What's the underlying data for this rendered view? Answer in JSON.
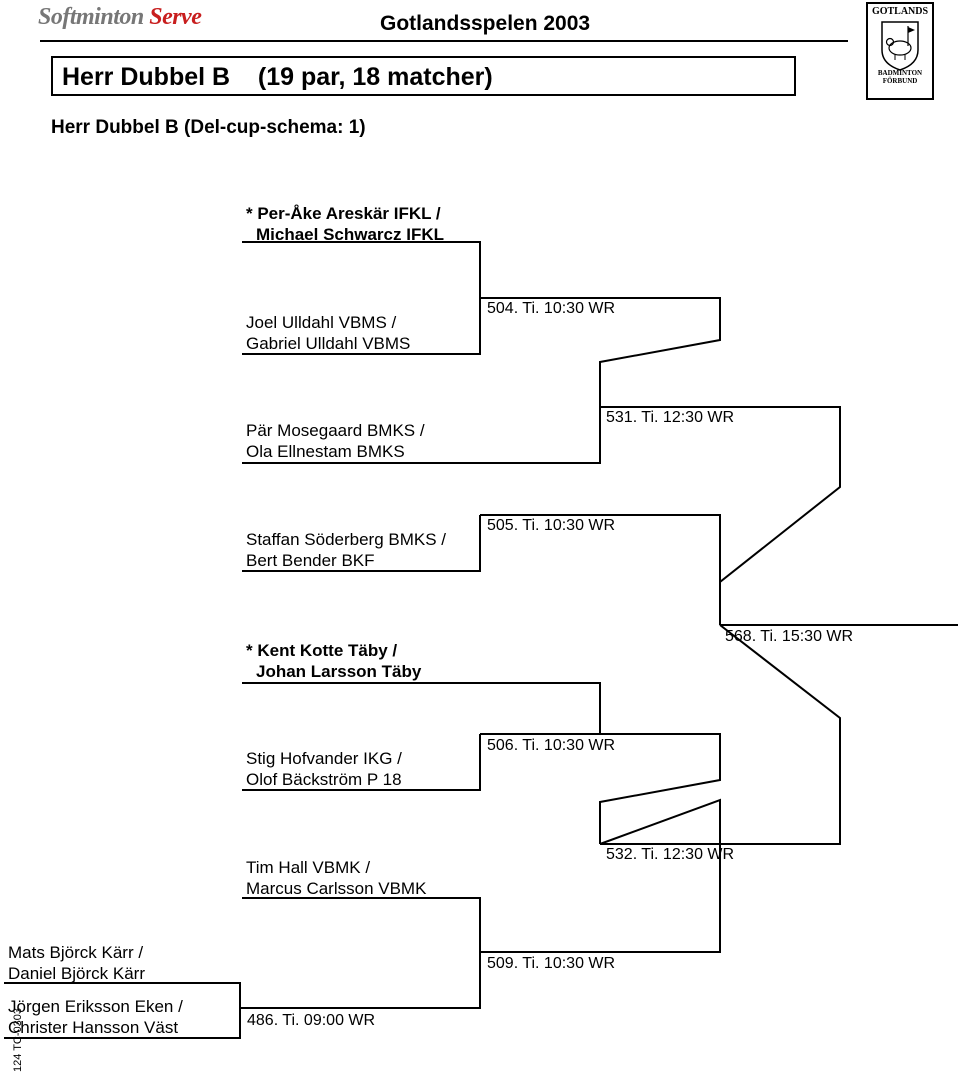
{
  "header": {
    "logo_left_soft": "Softminton",
    "logo_left_serve": "Serve",
    "event": "Gotlandsspelen 2003",
    "crest_top": "GOTLANDS",
    "crest_bottom_1": "BADMINTON",
    "crest_bottom_2": "FÖRBUND"
  },
  "title": {
    "class_name": "Herr Dubbel B",
    "summary": "(19 par,  18 matcher)"
  },
  "subtitle": "Herr Dubbel B   (Del-cup-schema: 1)",
  "pairs": [
    {
      "line1": "* Per-Åke Areskär IFKL /",
      "line2": "Michael Schwarcz IFKL",
      "seeded": true
    },
    {
      "line1": "Joel Ulldahl VBMS /",
      "line2": "Gabriel Ulldahl VBMS",
      "seeded": false
    },
    {
      "line1": "Pär Mosegaard BMKS /",
      "line2": "Ola Ellnestam BMKS",
      "seeded": false
    },
    {
      "line1": "Staffan Söderberg BMKS /",
      "line2": "Bert Bender BKF",
      "seeded": false
    },
    {
      "line1": "* Kent Kotte Täby /",
      "line2": "Johan Larsson Täby",
      "seeded": true
    },
    {
      "line1": "Stig Hofvander IKG /",
      "line2": "Olof Bäckström P 18",
      "seeded": false
    },
    {
      "line1": "Tim Hall VBMK /",
      "line2": "Marcus Carlsson VBMK",
      "seeded": false
    },
    {
      "line1": "Mats Björck Kärr /",
      "line2": "Daniel Björck Kärr",
      "seeded": false
    },
    {
      "line1": "Jörgen Eriksson Eken /",
      "line2": "Christer Hansson Väst",
      "seeded": false
    }
  ],
  "matches": [
    {
      "label": "504. Ti.  10:30  WR"
    },
    {
      "label": "531. Ti.  12:30  WR"
    },
    {
      "label": "505. Ti.  10:30  WR"
    },
    {
      "label": "568. Ti.  15:30  WR"
    },
    {
      "label": "506. Ti.  10:30  WR"
    },
    {
      "label": "532. Ti.  12:30  WR"
    },
    {
      "label": "509. Ti.  10:30  WR"
    },
    {
      "label": "486. Ti.  09:00  WR"
    }
  ],
  "footer_code": "124  TC-0303"
}
